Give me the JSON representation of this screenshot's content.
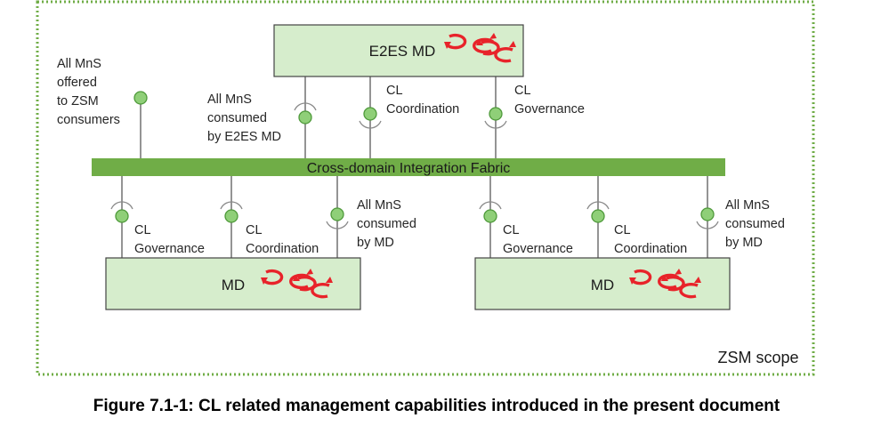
{
  "figure": {
    "caption": "Figure 7.1-1: CL related management capabilities introduced in the present document",
    "scope_label": "ZSM scope",
    "fabric_label": "Cross-domain Integration Fabric",
    "e2es_box_label": "E2ES MD",
    "md_left_label": "MD",
    "md_right_label": "MD",
    "top_left_label": [
      "All MnS",
      "offered",
      "to ZSM",
      "consumers"
    ],
    "top_consumed_label": [
      "All MnS",
      "consumed",
      "by E2ES MD"
    ],
    "top_coordination_label": [
      "CL",
      "Coordination"
    ],
    "top_governance_label": [
      "CL",
      "Governance"
    ],
    "left_governance_label": [
      "CL",
      "Governance"
    ],
    "left_coordination_label": [
      "CL",
      "Coordination"
    ],
    "left_consumed_label": [
      "All MnS",
      "consumed",
      "by MD"
    ],
    "right_governance_label": [
      "CL",
      "Governance"
    ],
    "right_coordination_label": [
      "CL",
      "Coordination"
    ],
    "right_consumed_label": [
      "All MnS",
      "consumed",
      "by MD"
    ],
    "colors": {
      "box_fill": "#d6edcc",
      "fabric": "#70ad47",
      "node": "#8fcf78",
      "scope_border": "#70ad47",
      "loop_arrow": "#e8232a"
    },
    "icons": [
      "closed-loop-icon",
      "service-node-icon",
      "service-consumer-socket-icon"
    ]
  }
}
